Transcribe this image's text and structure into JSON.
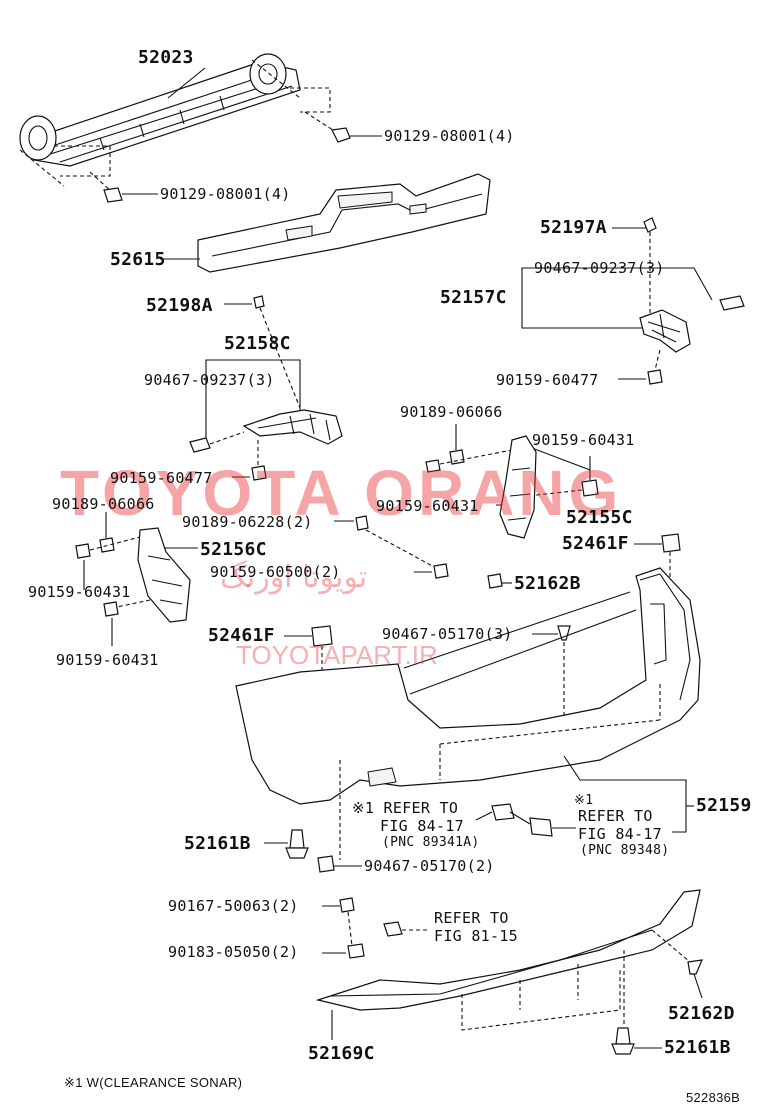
{
  "labels": {
    "p52023": "52023",
    "p90129_a": "90129-08001(4)",
    "p90129_b": "90129-08001(4)",
    "p52615": "52615",
    "p52197A": "52197A",
    "p90467_r": "90467-09237(3)",
    "p52157C": "52157C",
    "p52198A": "52198A",
    "p52158C": "52158C",
    "p90467_l": "90467-09237(3)",
    "p90159_60477_r": "90159-60477",
    "p90189_06066_r": "90189-06066",
    "p90159_60431_r1": "90159-60431",
    "p90159_60477_l": "90159-60477",
    "p90159_60431_r2": "90159-60431",
    "p52155C": "52155C",
    "p90189_06066_l": "90189-06066",
    "p90189_06228": "90189-06228(2)",
    "p52461F_r": "52461F",
    "p52156C": "52156C",
    "p90159_60500": "90159-60500(2)",
    "p52162B": "52162B",
    "p90159_60431_l1": "90159-60431",
    "p52461F_l": "52461F",
    "p90467_05170_a": "90467-05170(3)",
    "p90159_60431_l2": "90159-60431",
    "p52161B_l": "52161B",
    "p90467_05170_b": "90467-05170(2)",
    "p52159": "52159",
    "p90167": "90167-50063(2)",
    "p90183": "90183-05050(2)",
    "p52162D": "52162D",
    "p52169C": "52169C",
    "p52161B_r": "52161B"
  },
  "refs": {
    "ref1_line1": "※1 REFER TO",
    "ref1_line2": "FIG 84-17",
    "ref1_line3": "(PNC 89341A)",
    "ref2_mark": "※1",
    "ref2_line1": "REFER TO",
    "ref2_line2": "FIG 84-17",
    "ref2_line3": "(PNC 89348)",
    "ref3_line1": "REFER TO",
    "ref3_line2": "FIG 81-15"
  },
  "footnote": "※1 W(CLEARANCE SONAR)",
  "figure_id": "522836B",
  "watermarks": {
    "brand": "TOYOTA ORANG",
    "persian": "تویوتا اورنگ",
    "url": "TOYOTAPART.IR"
  },
  "colors": {
    "watermark": "#e62828",
    "line": "#111111"
  }
}
